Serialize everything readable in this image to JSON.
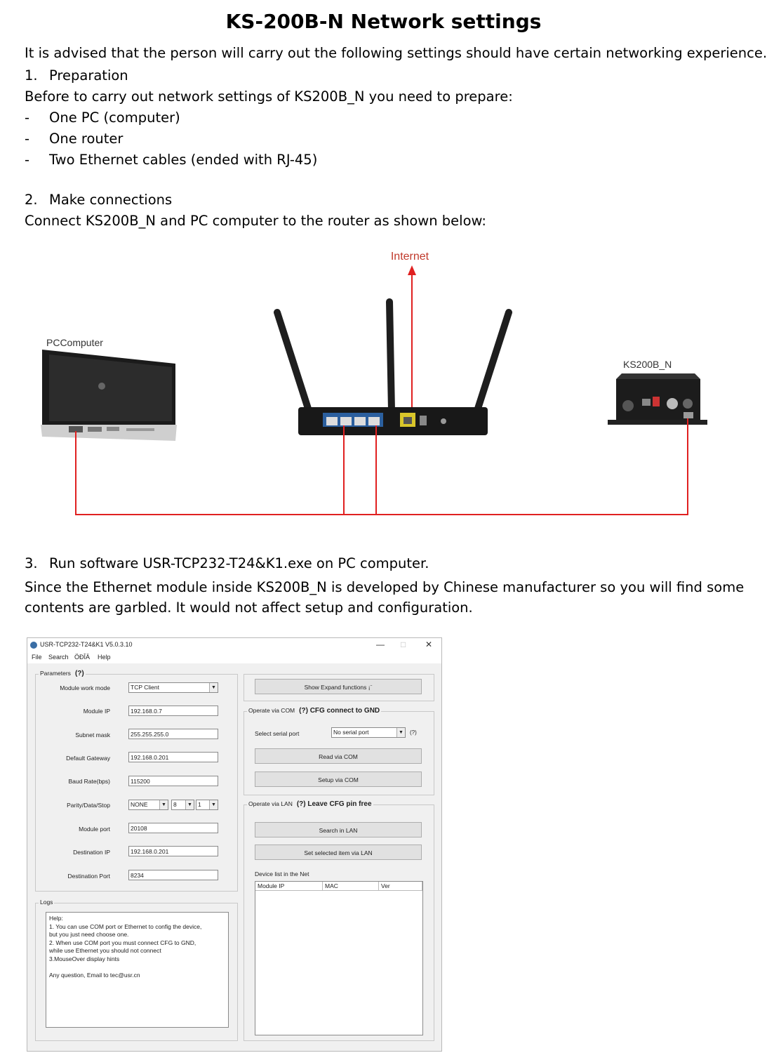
{
  "title": "KS-200B-N Network settings",
  "intro": "It is advised that the person will carry out the following settings should have certain networking experience.",
  "section1": {
    "num": "1.",
    "heading": "Preparation",
    "lead": "Before to carry out network settings of KS200B_N you need to prepare:",
    "items": [
      {
        "dash": "-",
        "text": "One PC (computer)"
      },
      {
        "dash": "-",
        "text": "One router"
      },
      {
        "dash": "-",
        "text": "Two Ethernet cables (ended with RJ-45)"
      }
    ]
  },
  "section2": {
    "num": "2.",
    "heading": "Make connections",
    "lead": "Connect KS200B_N and PC computer to the router as shown below:"
  },
  "diagram": {
    "internet_label": "Internet",
    "pc_label": "PCComputer",
    "device_label": "KS200B_N",
    "line_color": "#e02020",
    "label_color": "#c0392b"
  },
  "section3": {
    "num": "3.",
    "heading": "Run software USR-TCP232-T24&K1.exe on PC  computer.",
    "para_line1": "Since the Ethernet module inside KS200B_N is developed by Chinese manufacturer so you will find some",
    "para_line2": "contents are garbled. It would not affect setup and configuration."
  },
  "software": {
    "caption": "USR-TCP232-T24&K1 V5.0.3.10",
    "controls": {
      "minimize": "—",
      "maximize": "□",
      "close": "✕"
    },
    "menu": [
      "File",
      "Search",
      "ÖÐÎÄ",
      "Help"
    ],
    "parameters": {
      "group_label": "Parameters",
      "hint": "(?)",
      "module_work_mode_label": "Module work mode",
      "module_work_mode": "TCP Client",
      "module_ip_label": "Module IP",
      "module_ip": "192.168.0.7",
      "subnet_mask_label": "Subnet mask",
      "subnet_mask": "255.255.255.0",
      "default_gateway_label": "Default Gateway",
      "default_gateway": "192.168.0.201",
      "baud_rate_label": "Baud Rate(bps)",
      "baud_rate": "115200",
      "parity_label": "Parity/Data/Stop",
      "parity": "NONE",
      "data_bits": "8",
      "stop_bits": "1",
      "module_port_label": "Module port",
      "module_port": "20108",
      "destination_ip_label": "Destination IP",
      "destination_ip": "192.168.0.201",
      "destination_port_label": "Destination Port",
      "destination_port": "8234"
    },
    "show_expand": "Show Expand functions ¡¨",
    "com": {
      "group_label": "Operate via COM",
      "hint": "(?) CFG connect to GND",
      "select_port_label": "Select serial port",
      "select_port": "No serial port",
      "port_hint": "(?)",
      "read_button": "Read via COM",
      "setup_button": "Setup via COM"
    },
    "lan": {
      "group_label": "Operate via LAN",
      "hint": "(?) Leave CFG pin free",
      "search_button": "Search in LAN",
      "set_button": "Set selected item via LAN",
      "device_list_label": "Device list in the Net",
      "columns": [
        "Module IP",
        "MAC",
        "Ver"
      ]
    },
    "logs": {
      "group_label": "Logs",
      "text": "Help:\n1. You can use COM port or Ethernet to config the device,\nbut you just need choose one.\n2. When use COM port you must connect CFG to GND,\nwhile use Ethernet you should not connect\n3.MouseOver display hints\n\nAny question, Email to tec@usr.cn"
    }
  }
}
